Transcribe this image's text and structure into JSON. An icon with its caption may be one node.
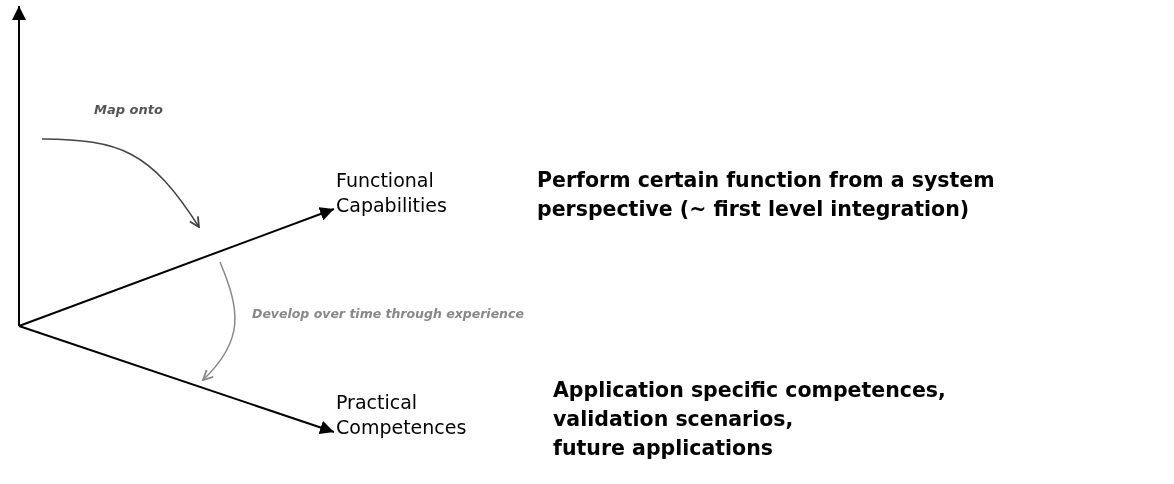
{
  "diagram": {
    "nodes": [
      {
        "text": [
          "Functional Capabilities"
        ]
      },
      {
        "text": [
          "Practical Competences"
        ]
      }
    ],
    "edges": [
      {
        "from": null,
        "to": 0,
        "arrow": "to"
      },
      {
        "from": null,
        "to": 1,
        "arrow": "to"
      }
    ],
    "labels": [
      "Map onto",
      "Perform certain function from a system perspective (~ first level integration)",
      "Develop over time through experience",
      "Application specific competences,",
      "validation scenarios,",
      "future applications"
    ]
  }
}
